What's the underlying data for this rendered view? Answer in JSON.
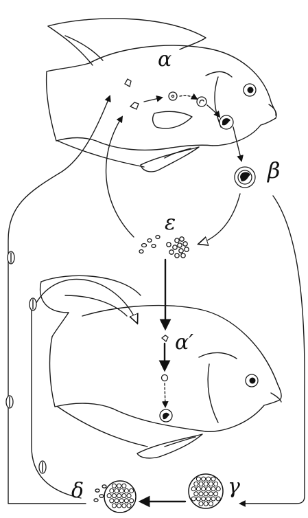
{
  "labels": {
    "alpha": "α",
    "beta": "β",
    "gamma": "γ",
    "delta": "δ",
    "epsilon": "ε",
    "alpha_prime": "α′"
  },
  "colors": {
    "ink": "#1b1b1b",
    "paper": "#ffffff"
  }
}
